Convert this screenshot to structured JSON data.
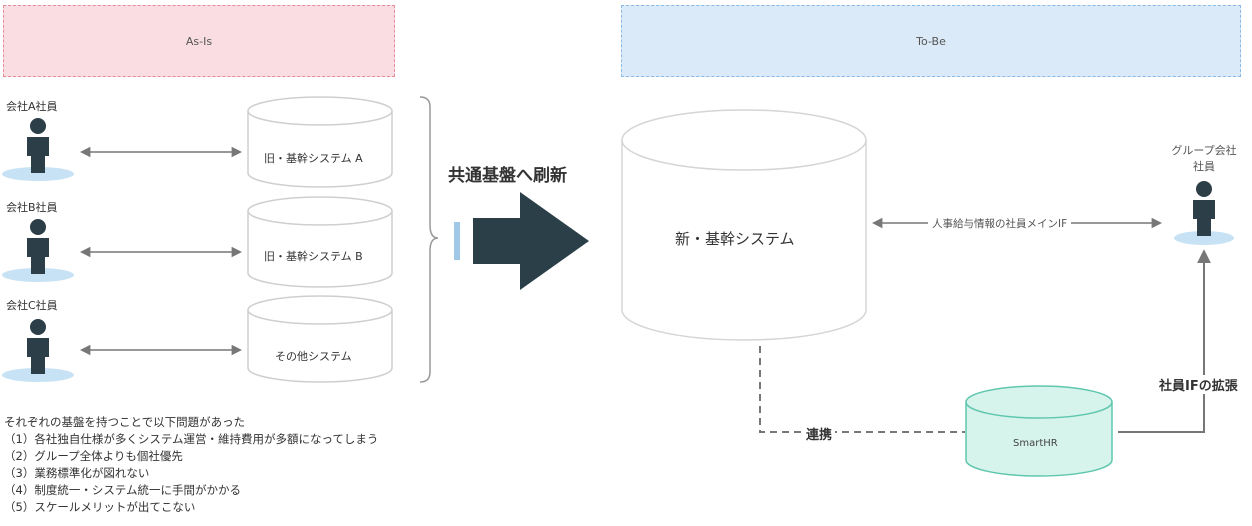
{
  "as_is": {
    "label": "As-Is"
  },
  "to_be": {
    "label": "To-Be"
  },
  "employees": [
    {
      "label": "会社A社員"
    },
    {
      "label": "会社B社員"
    },
    {
      "label": "会社C社員"
    }
  ],
  "old_systems": [
    {
      "label": "旧・基幹システム A"
    },
    {
      "label": "旧・基幹システム B"
    },
    {
      "label": "その他システム"
    }
  ],
  "transition": {
    "label": "共通基盤へ刷新"
  },
  "new_system": {
    "label": "新・基幹システム"
  },
  "group_employee": {
    "label": "グループ会社\n社員"
  },
  "main_if": {
    "label": "人事給与情報の社員メインIF"
  },
  "extend_if": {
    "label": "社員IFの拡張"
  },
  "link": {
    "label": "連携"
  },
  "smarthr": {
    "label": "SmartHR"
  },
  "issues": {
    "intro": "それぞれの基盤を持つことで以下問題があった",
    "items": [
      "（1）各社独自仕様が多くシステム運営・維持費用が多額になってしまう",
      "（2）グループ全体よりも個社優先",
      "（3）業務標準化が図れない",
      "（4）制度統一・システム統一に手間がかかる",
      "（5）スケールメリットが出てこない"
    ]
  },
  "colors": {
    "person": "#2c3e47",
    "person_base": "#c8e2f5",
    "arrow_big": "#2a3f47",
    "smarthr_fill": "#d6f3ec",
    "smarthr_stroke": "#5fc7ae",
    "connector": "#777777"
  }
}
